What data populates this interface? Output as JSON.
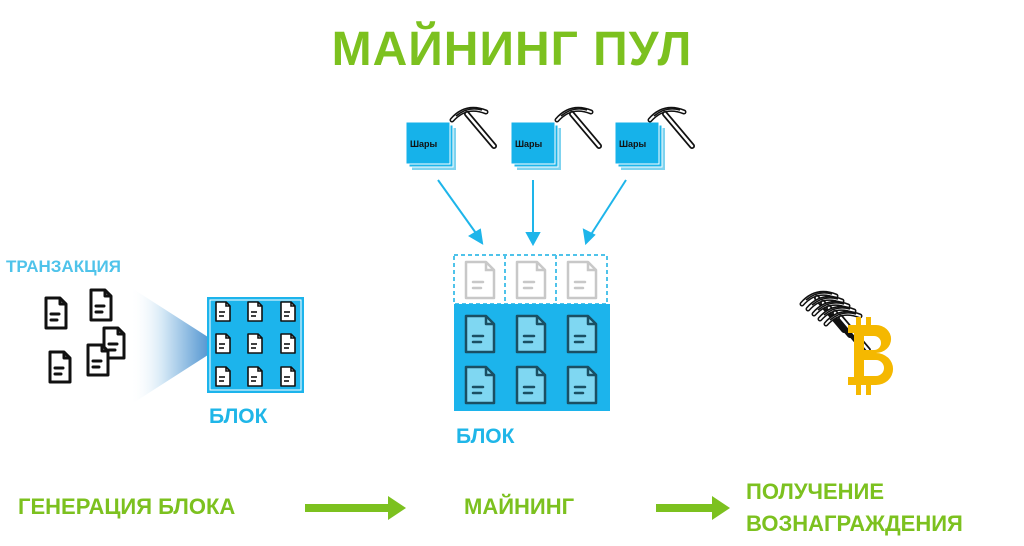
{
  "title": "МАЙНИНГ  ПУЛ",
  "transaction_label": "ТРАНЗАКЦИЯ",
  "block_label_left": "БЛОК",
  "block_label_center": "БЛОК",
  "shares": [
    {
      "label": "Шары"
    },
    {
      "label": "Шары"
    },
    {
      "label": "Шары"
    }
  ],
  "steps": {
    "generation": "ГЕНЕРАЦИЯ БЛОКА",
    "mining": "МАЙНИНГ",
    "reward_line1": "ПОЛУЧЕНИЕ",
    "reward_line2": "ВОЗНАГРАЖДЕНИЯ"
  },
  "colors": {
    "green": "#7cc11f",
    "blue": "#1fb6e8",
    "light_blue": "#4fc3ea",
    "gold": "#f5b800"
  }
}
